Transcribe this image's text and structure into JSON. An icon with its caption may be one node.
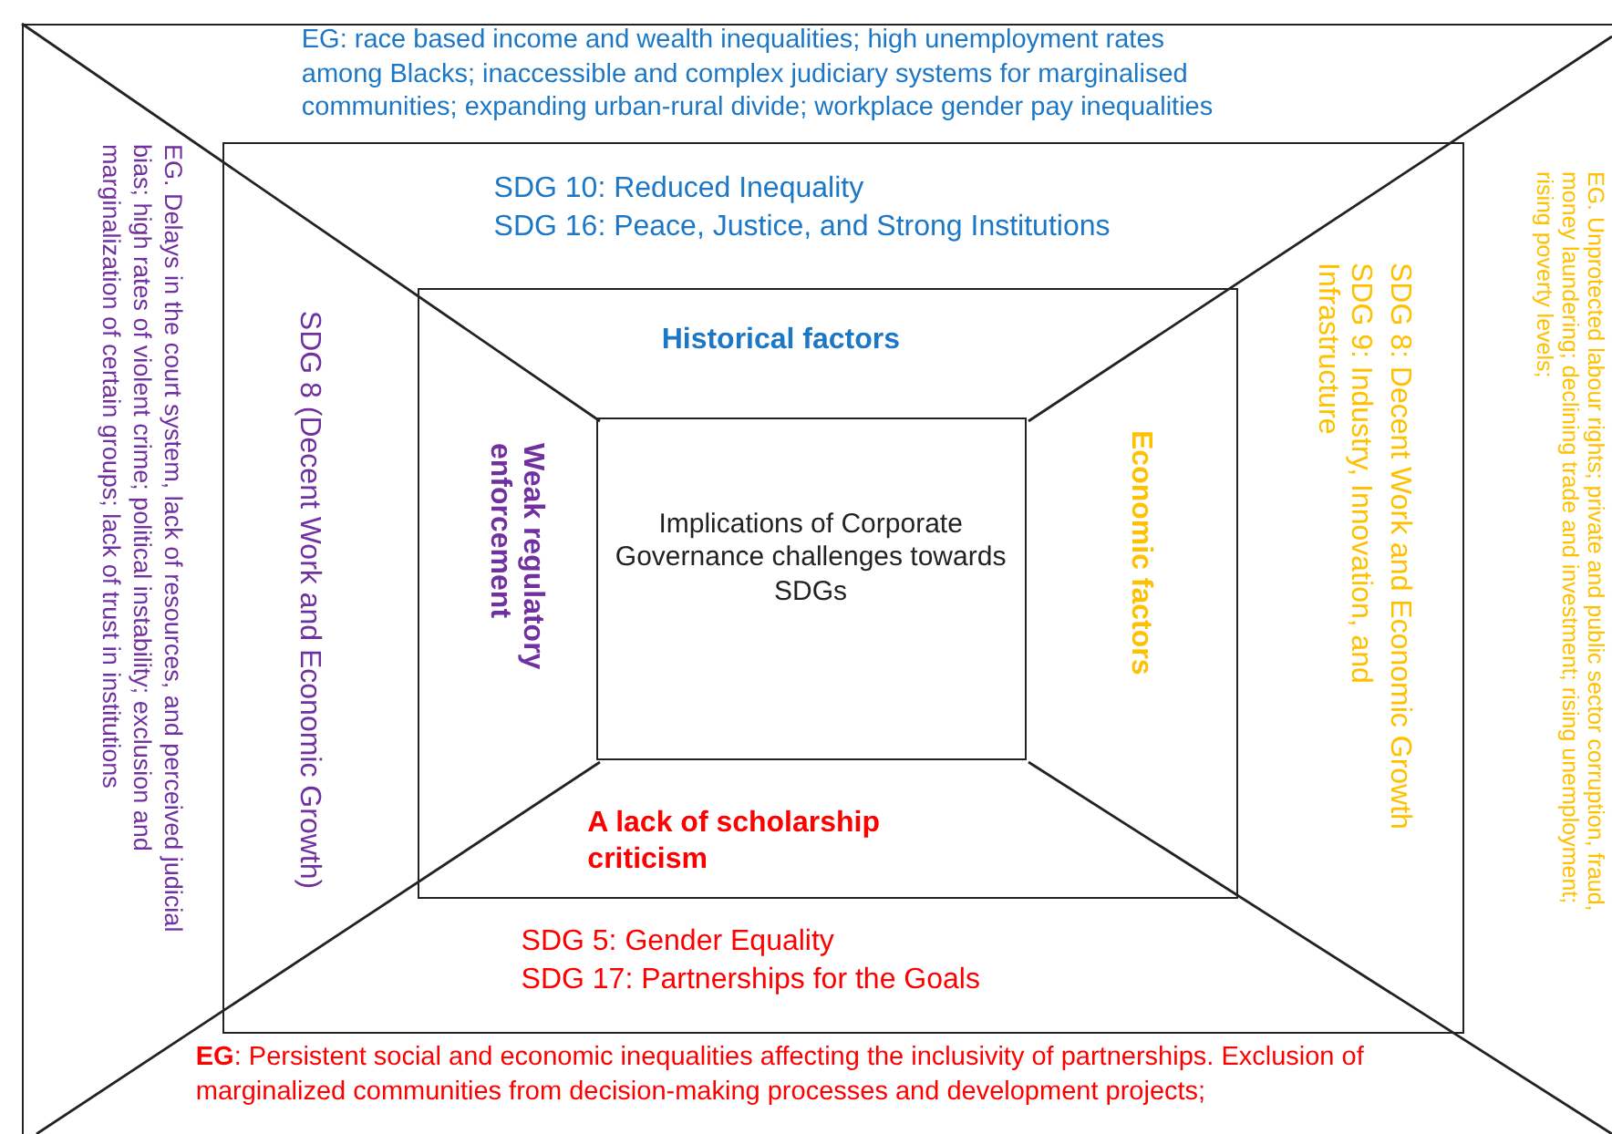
{
  "diagram": {
    "nodes": [
      {
        "text": [
          "EG: race based income and wealth inequalities; high unemployment rates among Blacks; inaccessible and complex judiciary systems for marginalised communities; expanding urban-rural divide; workplace gender pay inequalities",
          "EG. Delays in the court system, lack of resources, and perceived judicial bias; high rates of violent crime; political instability; exclusion and marginalization of certain groups; lack of trust in institutions",
          "EG. Unprotected labour rights; private and public sector corruption, fraud, money laundering; declining trade and investment; rising unemployment; rising poverty levels;",
          "**EG**: Persistent social and economic inequalities affecting the inclusivity of partnerships. Exclusion of marginalized communities from decision-making processes and development projects;"
        ]
      },
      {
        "text": [
          "SDG 10: Reduced Inequality",
          "SDG 16: Peace, Justice, and Strong Institutions",
          "SDG 8 (Decent Work and Economic Growth)",
          "SDG 8: Decent Work and Economic Growth",
          "SDG 9: Industry, Innovation, and Infrastructure",
          "SDG 5: Gender Equality",
          "SDG 17: Partnerships for the Goals"
        ],
        "in": 0
      },
      {
        "text": [
          "Historical factors",
          "Weak regulatory enforcement",
          "Economic factors",
          "A lack of scholarship criticism"
        ],
        "in": 1
      },
      {
        "text": [
          "Implications of Corporate Governance challenges towards SDGs"
        ],
        "in": 2
      }
    ]
  }
}
